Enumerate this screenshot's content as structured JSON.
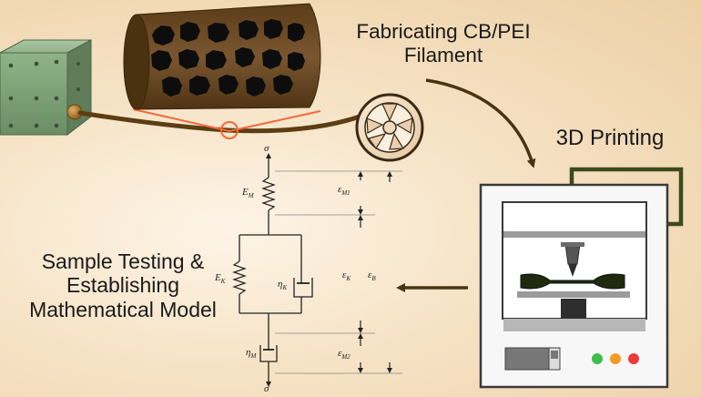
{
  "labels": {
    "fabricating": [
      "Fabricating CB/PEI",
      "Filament"
    ],
    "printing": "3D Printing",
    "testing": [
      "Sample Testing &",
      "Establishing",
      "Mathematical Model"
    ]
  },
  "model_symbols": {
    "sigma_top": "σ",
    "sigma_bottom": "σ",
    "E_M": {
      "base": "E",
      "sub": "M"
    },
    "E_K": {
      "base": "E",
      "sub": "K"
    },
    "eta_K": {
      "base": "η",
      "sub": "K"
    },
    "eta_M": {
      "base": "η",
      "sub": "M"
    },
    "eps_M1": {
      "base": "ε",
      "sub": "M1"
    },
    "eps_K": {
      "base": "ε",
      "sub": "K"
    },
    "eps_M2": {
      "base": "ε",
      "sub": "M2"
    },
    "eps_B": {
      "base": "ε",
      "sub": "B"
    }
  },
  "colors": {
    "extruder_body": "#7e9f78",
    "filament_cable": "#5c3d14",
    "filament_core": "#6b4a22",
    "carbon_black": "#0d0d0d",
    "zoom_lines": "#f26a3a",
    "arrow": "#4a3410",
    "printer_frame": "#f7f7f7",
    "indicator_green": "#3cbf4c",
    "indicator_orange": "#f39c24",
    "indicator_red": "#ea3b3b"
  },
  "icons": [
    "extruder-block",
    "filament-spool",
    "printer",
    "spring",
    "dashpot",
    "arrow-curved",
    "arrow-left"
  ]
}
